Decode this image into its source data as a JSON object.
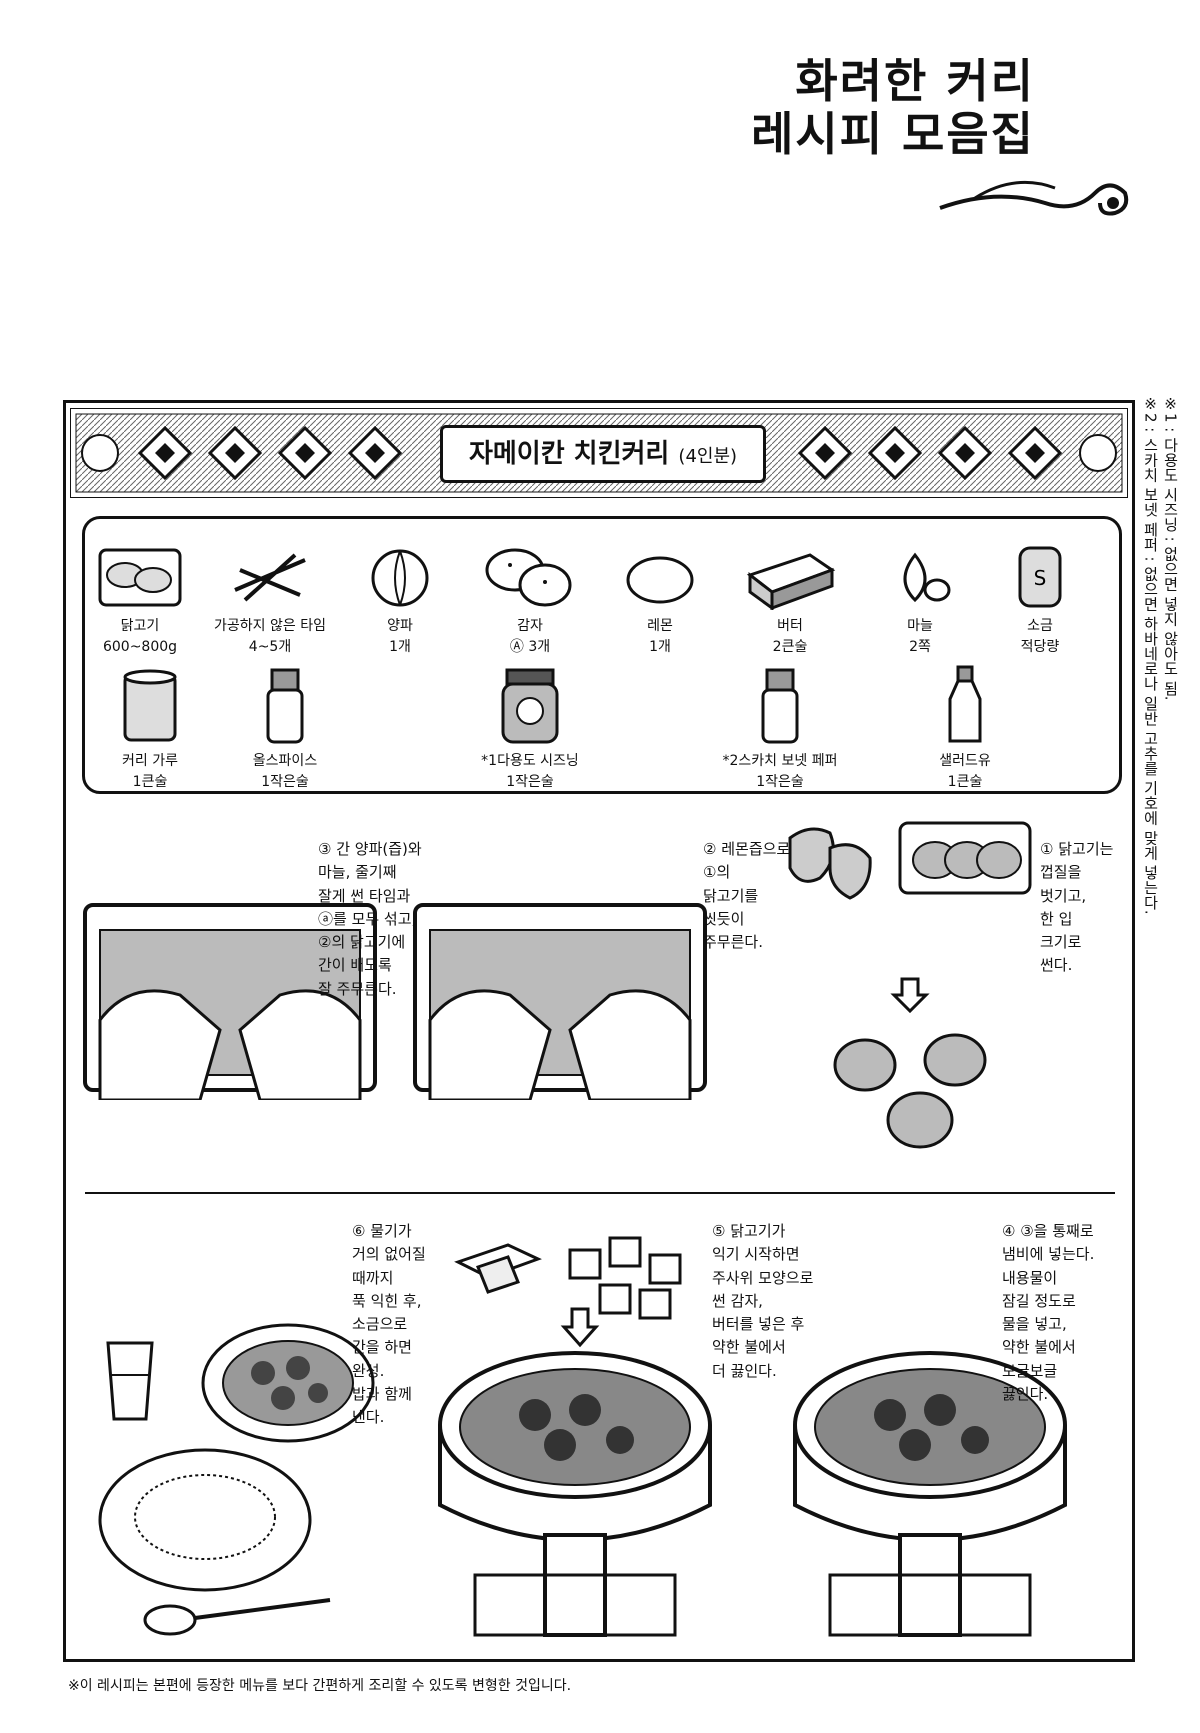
{
  "header": {
    "title_line1": "화려한 커리",
    "title_line2": "레시피 모음집"
  },
  "recipe": {
    "name": "자메이칸 치킨커리",
    "servings": "(4인분)"
  },
  "ingredients_row1": [
    {
      "name": "닭고기",
      "amount": "600~800g",
      "icon": "chicken-tray-icon"
    },
    {
      "name": "가공하지 않은 타임",
      "amount": "4~5개",
      "icon": "thyme-icon"
    },
    {
      "name": "양파",
      "amount": "1개",
      "icon": "onion-icon"
    },
    {
      "name": "감자",
      "amount": "Ⓐ 3개",
      "icon": "potato-icon"
    },
    {
      "name": "레몬",
      "amount": "1개",
      "icon": "lemon-icon"
    },
    {
      "name": "버터",
      "amount": "2큰술",
      "icon": "butter-icon"
    },
    {
      "name": "마늘",
      "amount": "2쪽",
      "icon": "garlic-icon"
    },
    {
      "name": "소금",
      "amount": "적당량",
      "icon": "salt-icon"
    }
  ],
  "ingredients_row2": [
    {
      "name": "커리 가루",
      "amount": "1큰술",
      "icon": "curry-can-icon"
    },
    {
      "name": "올스파이스",
      "amount": "1작은술",
      "icon": "allspice-bottle-icon"
    },
    {
      "name": "*1다용도 시즈닝",
      "amount": "1작은술",
      "icon": "seasoning-jar-icon"
    },
    {
      "name": "*2스카치 보넷 페퍼",
      "amount": "1작은술",
      "icon": "pepper-bottle-icon"
    },
    {
      "name": "샐러드유",
      "amount": "1큰술",
      "icon": "oil-bottle-icon"
    }
  ],
  "steps": {
    "s1": "① 닭고기는\n껍질을\n벗기고,\n한 입\n크기로\n썬다.",
    "s2": "② 레몬즙으로\n①의\n닭고기를\n씻듯이\n주무른다.",
    "s3": "③ 간 양파(즙)와\n마늘, 줄기째\n잘게 썬 타임과\nⓐ를 모두 섞고,\n②의 닭고기에\n간이 배도록\n잘 주무른다.",
    "s4": "④ ③을 통째로\n냄비에 넣는다.\n내용물이\n잠길 정도로\n물을 넣고,\n약한 불에서\n보글보글\n끓인다.",
    "s5": "⑤ 닭고기가\n익기 시작하면\n주사위 모양으로\n썬 감자,\n버터를 넣은 후\n약한 불에서\n더 끓인다.",
    "s6": "⑥ 물기가\n거의 없어질\n때까지\n푹 익힌 후,\n소금으로\n간을 하면\n완성.\n밥과 함께\n낸다."
  },
  "side_notes": {
    "note1": "※1 : 다용도 시즈닝 : 없으면 넣지 않아도 됨.",
    "note2": "※2 : 스카치 보넷 페퍼 : 없으면 하바네로나 일반 고추를 기호에 맞게 넣는다."
  },
  "footnote": "※이 레시피는 본편에 등장한 메뉴를 보다 간편하게 조리할 수 있도록 변형한 것입니다."
}
